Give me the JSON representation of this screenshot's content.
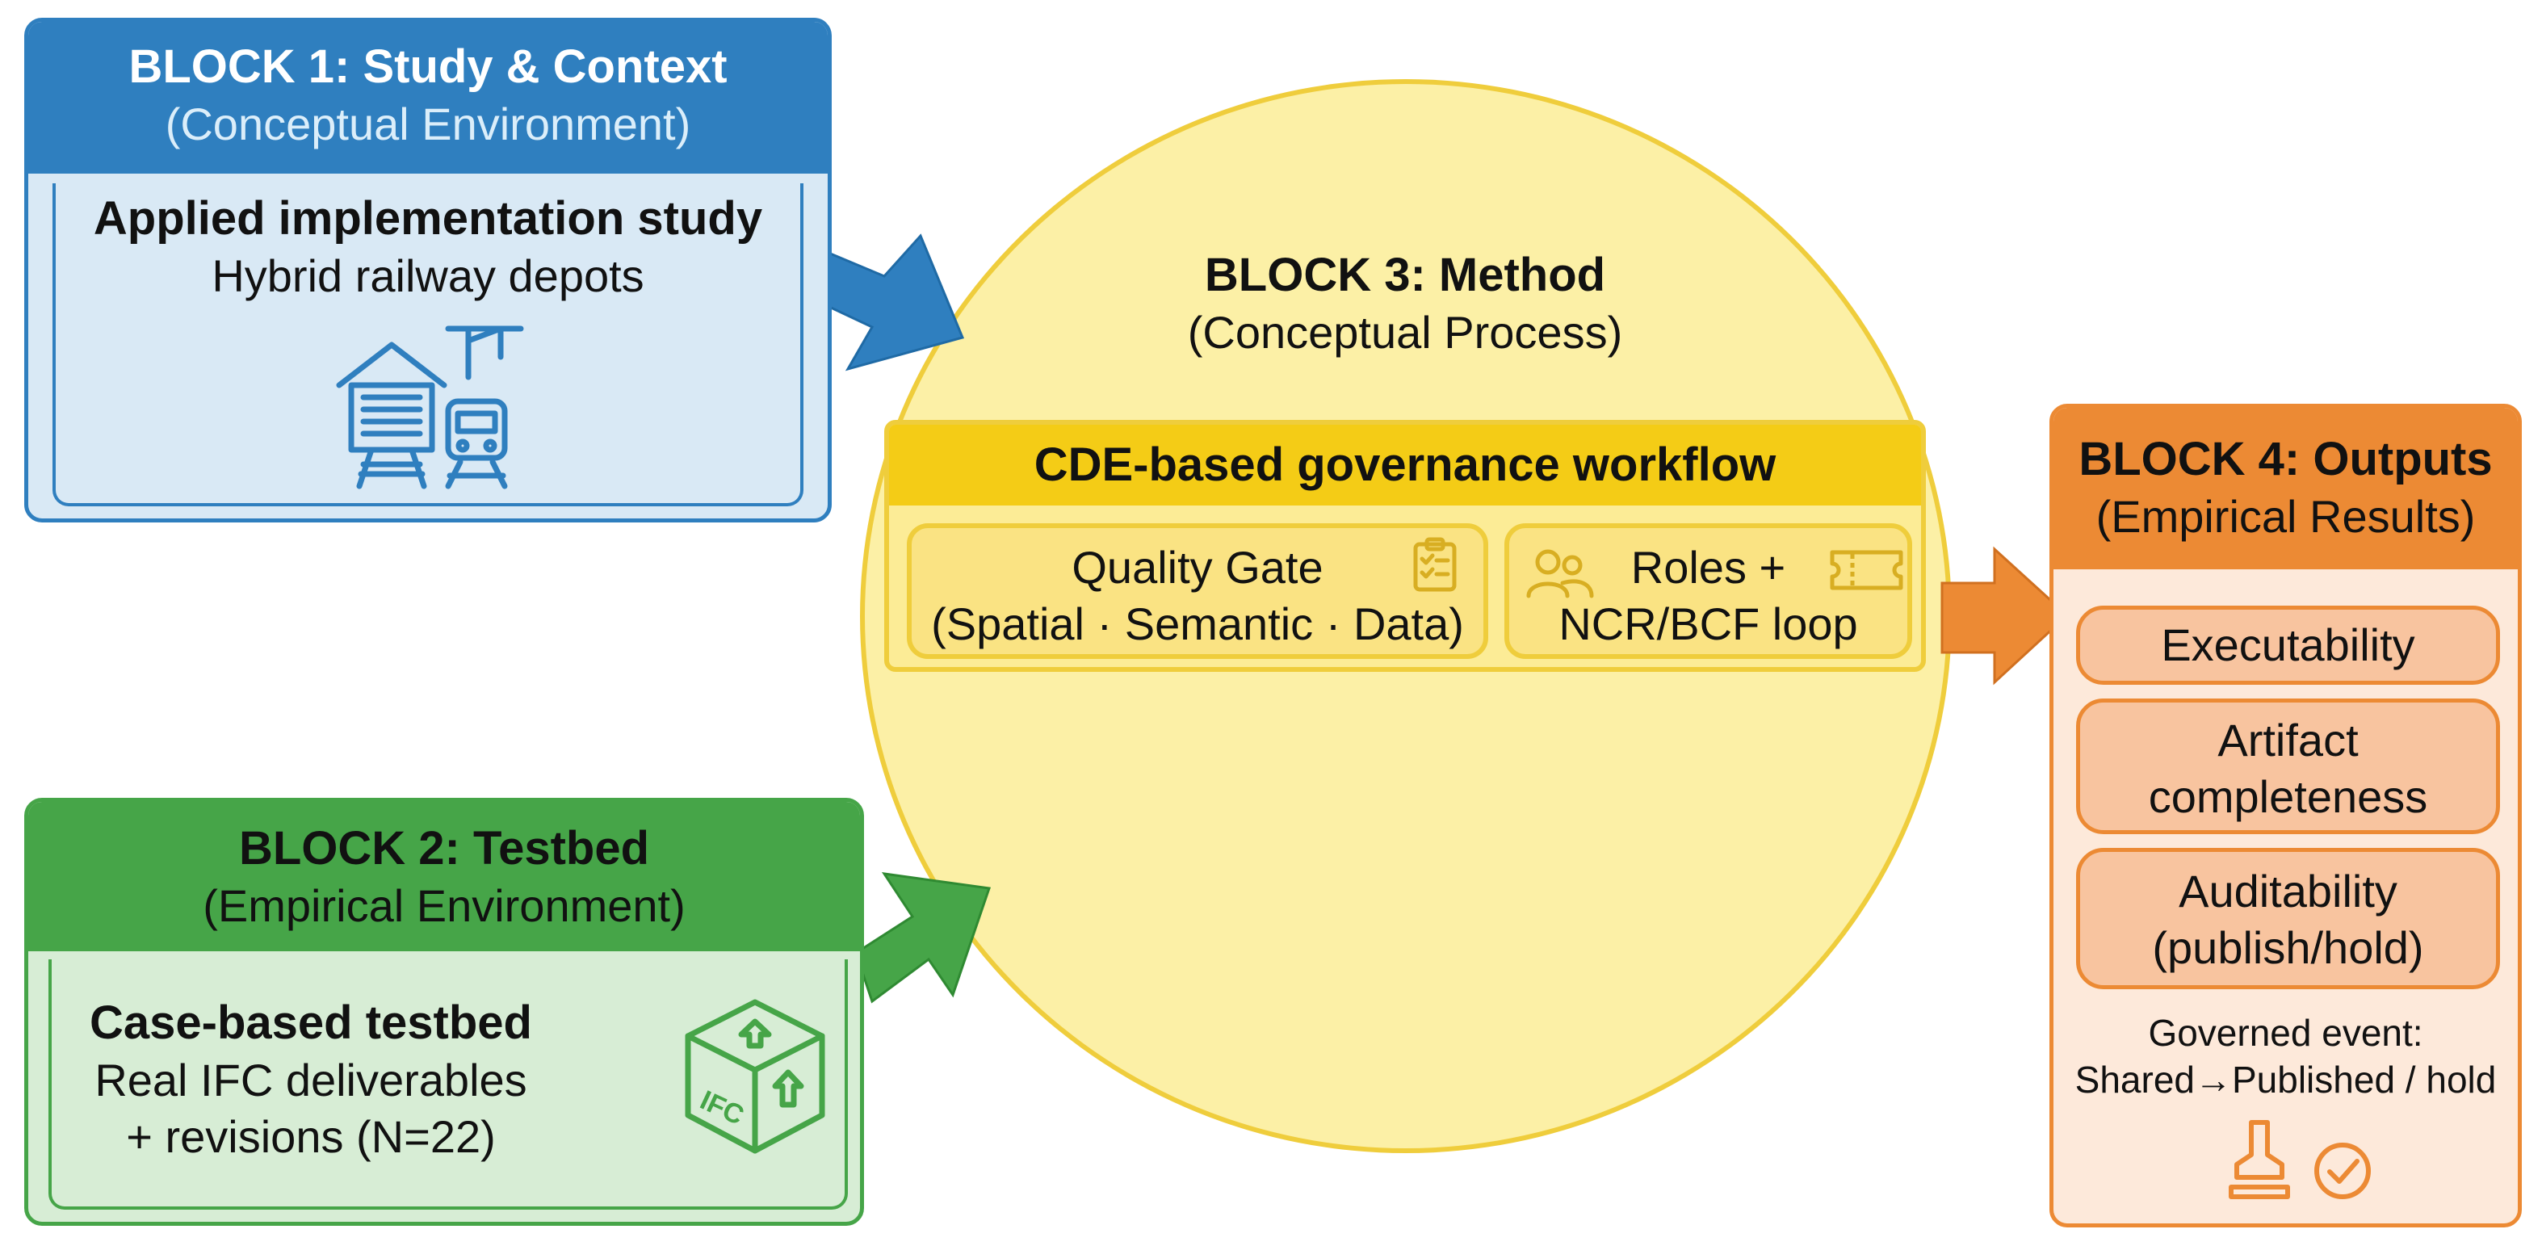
{
  "block1": {
    "title": "BLOCK 1: Study & Context",
    "subtitle": "(Conceptual Environment)",
    "content_title": "Applied implementation study",
    "content_text": "Hybrid railway depots",
    "icon": "railway-depot-icon",
    "color": "#2f7fbf"
  },
  "block2": {
    "title": "BLOCK 2: Testbed",
    "subtitle": "(Empirical Environment)",
    "content_title": "Case-based testbed",
    "content_line1": "Real IFC deliverables",
    "content_line2": "+ revisions (N=22)",
    "icon": "ifc-cube-icon",
    "icon_label": "IFC",
    "color": "#46a548"
  },
  "block3": {
    "title": "BLOCK 3: Method",
    "subtitle": "(Conceptual Process)",
    "workflow_title": "CDE-based governance workflow",
    "quality_gate_line1": "Quality Gate",
    "quality_gate_line2": "(Spatial · Semantic · Data)",
    "quality_gate_icon": "checklist-icon",
    "roles_line1": "Roles +",
    "roles_line2": "NCR/BCF loop",
    "roles_icon": "people-icon",
    "ticket_icon": "ticket-icon",
    "color": "#f4cc16"
  },
  "block4": {
    "title": "BLOCK 4: Outputs",
    "subtitle": "(Empirical Results)",
    "outputs": [
      {
        "line1": "Executability",
        "line2": ""
      },
      {
        "line1": "Artifact",
        "line2": "completeness"
      },
      {
        "line1": "Auditability",
        "line2": "(publish/hold)"
      }
    ],
    "governed_line1": "Governed event:",
    "governed_line2": "Shared→Published / hold",
    "stamp_icon": "stamp-icon",
    "check_icon": "check-circle-icon",
    "color": "#ec8a34"
  },
  "arrows": [
    "arrow-block1-to-block3",
    "arrow-block2-to-block3",
    "arrow-block3-to-block4"
  ]
}
